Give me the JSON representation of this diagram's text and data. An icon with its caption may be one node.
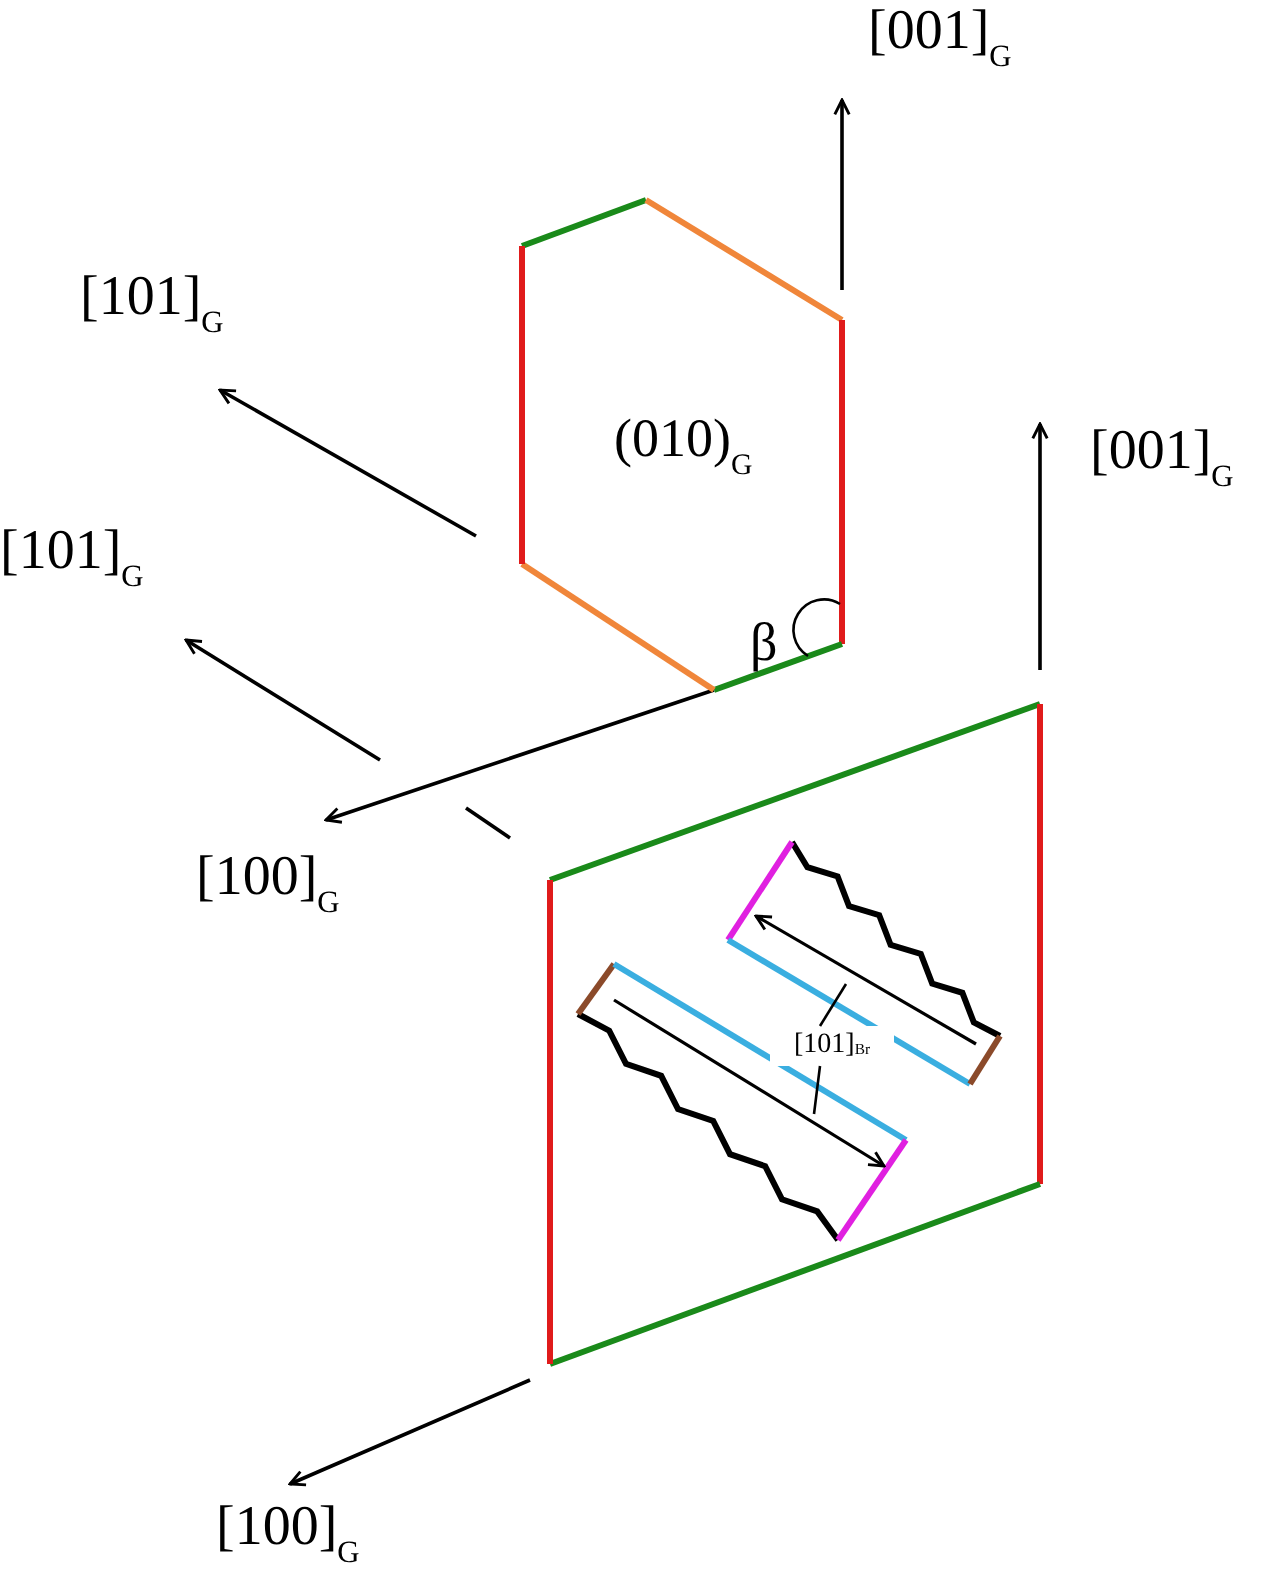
{
  "diagram": {
    "nodes": [
      {
        "text": [
          "(010)$_{G}$",
          "β"
        ]
      },
      {
        "text": [],
        "shape": "box"
      },
      {
        "text": [
          "[101]$_{Br}$"
        ],
        "in": 1
      }
    ],
    "edges": [
      {
        "from": 2,
        "to": null,
        "arrow": "none"
      },
      {
        "from": 2,
        "to": null,
        "arrow": "none"
      }
    ],
    "labels": [
      "[001]$_{G}$",
      "[101]$_{G}$",
      "[001]$_{G}$",
      "[101]$_{G}$",
      "[100]$_{G}$",
      "[100]$_{G}$"
    ]
  }
}
